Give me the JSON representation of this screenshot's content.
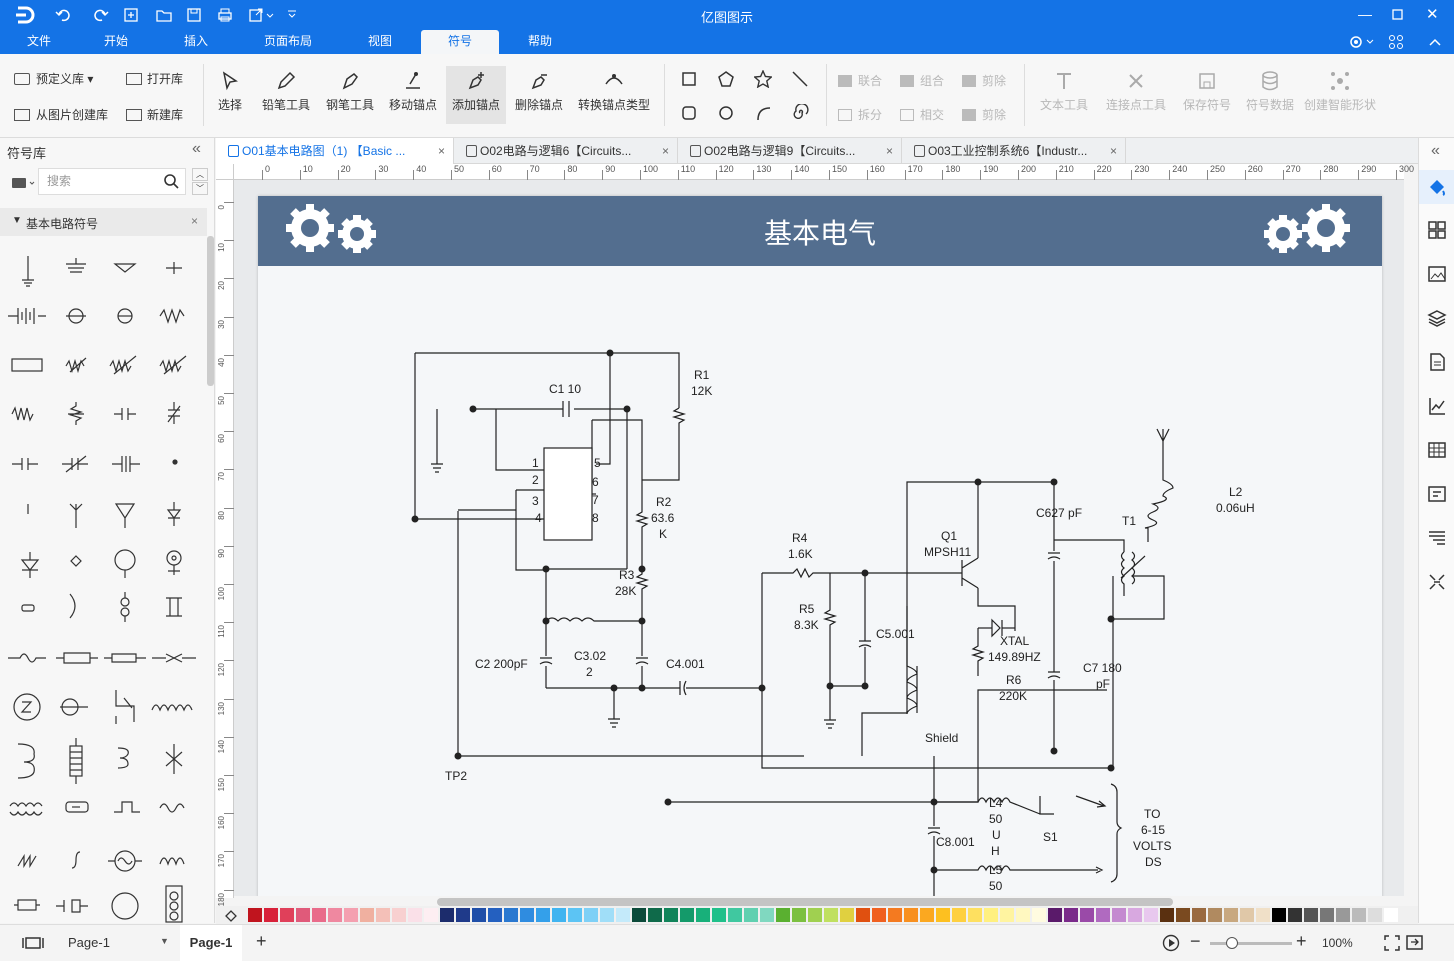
{
  "app": {
    "title": "亿图图示"
  },
  "menu": [
    "文件",
    "开始",
    "插入",
    "页面布局",
    "视图",
    "符号",
    "帮助"
  ],
  "ribbon": {
    "left_group": [
      "预定义库",
      "打开库",
      "从图片创建库",
      "新建库"
    ],
    "tools": [
      "选择",
      "铅笔工具",
      "钢笔工具",
      "移动锚点",
      "添加锚点",
      "删除锚点",
      "转换锚点类型"
    ],
    "ops": [
      "联合",
      "组合",
      "剪除",
      "拆分",
      "相交",
      "剪除"
    ],
    "right_tools": [
      "文本工具",
      "连接点工具",
      "保存符号",
      "符号数据",
      "创建智能形状"
    ]
  },
  "sidebar": {
    "title": "符号库",
    "search_placeholder": "搜索",
    "category": "基本电路符号"
  },
  "tabs": [
    {
      "label": "O01基本电路图（1)   【Basic ...",
      "active": true
    },
    {
      "label": "O02电路与逻辑6【Circuits...",
      "active": false
    },
    {
      "label": "O02电路与逻辑9【Circuits...",
      "active": false
    },
    {
      "label": "O03工业控制系统6【Industr...",
      "active": false
    }
  ],
  "ruler": {
    "h": [
      "0",
      "10",
      "20",
      "30",
      "40",
      "50",
      "60",
      "70",
      "80",
      "90",
      "100",
      "110",
      "120",
      "130",
      "140",
      "150",
      "160",
      "170",
      "180",
      "190",
      "200",
      "210",
      "220",
      "230",
      "240",
      "250",
      "260",
      "270",
      "280",
      "290",
      "300"
    ],
    "v": [
      "0",
      "10",
      "20",
      "30",
      "40",
      "50",
      "60",
      "70",
      "80",
      "90",
      "100",
      "110",
      "120",
      "130",
      "140",
      "150",
      "160",
      "170",
      "180"
    ]
  },
  "diagram": {
    "title": "基本电气",
    "labels": {
      "c1": "C1 10",
      "r1": "R1",
      "r1v": "12K",
      "r2": "R2",
      "r2v": "63.6",
      "r2k": "K",
      "r3": "R3",
      "r3v": "28K",
      "c2": "C2 200pF",
      "c3": "C3.02",
      "c3v": "2",
      "c4": "C4.001",
      "tp2": "TP2",
      "r4": "R4",
      "r4v": "1.6K",
      "r5": "R5",
      "r5v": "8.3K",
      "c5": "C5.001",
      "q1": "Q1",
      "q1v": "MPSH11",
      "c6": "C627 pF",
      "t1": "T1",
      "l2": "L2",
      "l2v": "0.06uH",
      "xtal": "XTAL",
      "xtalv": "149.89HZ",
      "r6": "R6",
      "r6v": "220K",
      "c7": "C7 180",
      "c7v": "pF",
      "shield": "Shield",
      "l4": "L4",
      "l4a": "50",
      "l4b": "U",
      "l4c": "H",
      "s1": "S1",
      "c8": "C8.001",
      "l5": "L5",
      "l5v": "50",
      "to1": "TO",
      "to2": "6-15",
      "to3": "VOLTS",
      "to4": "DS",
      "p1": "1",
      "p2": "2",
      "p3": "3",
      "p4": "4",
      "p5": "5",
      "p6": "6",
      "p7": "7",
      "p8": "8"
    }
  },
  "status": {
    "page_select": "Page-1",
    "page_tab": "Page-1",
    "zoom": "100%"
  },
  "colors": {
    "brand": "#1473e6",
    "banner": "#536e8f"
  },
  "palette": [
    "#c0141e",
    "#d8213a",
    "#e0405a",
    "#e05a7a",
    "#e96b8a",
    "#ef88a0",
    "#f4a0b0",
    "#f0b0a0",
    "#f4c0b8",
    "#f8d0d0",
    "#fae0e8",
    "#fdeef2",
    "#1c2c6c",
    "#1f3a8a",
    "#1f4ea8",
    "#2460c0",
    "#2a78d0",
    "#2f8ce0",
    "#34a0ea",
    "#40b4f0",
    "#5cc4f4",
    "#7ed0f6",
    "#a0def8",
    "#c4eafa",
    "#0c4a3a",
    "#0f6a4a",
    "#11845a",
    "#149a6a",
    "#18b07a",
    "#20c08a",
    "#40c8a0",
    "#60d0b0",
    "#80d8c0",
    "#5ab030",
    "#7cc040",
    "#a0d050",
    "#c0e060",
    "#e0d040",
    "#e05010",
    "#f06020",
    "#f47a20",
    "#f89020",
    "#fba820",
    "#fdc020",
    "#fed040",
    "#fee060",
    "#fff080",
    "#fff4a0",
    "#fff8c0",
    "#fffbe0",
    "#5a1a6a",
    "#7a2a8a",
    "#9a4aa8",
    "#b06ac0",
    "#c48ad0",
    "#d8a8e0",
    "#e8c8ee",
    "#5a3010",
    "#7a4a20",
    "#9a6a40",
    "#b08a60",
    "#c8a880",
    "#e0c8a8",
    "#f0e0c8",
    "#000000",
    "#333333",
    "#555555",
    "#777777",
    "#999999",
    "#bbbbbb",
    "#dddddd",
    "#ffffff"
  ]
}
